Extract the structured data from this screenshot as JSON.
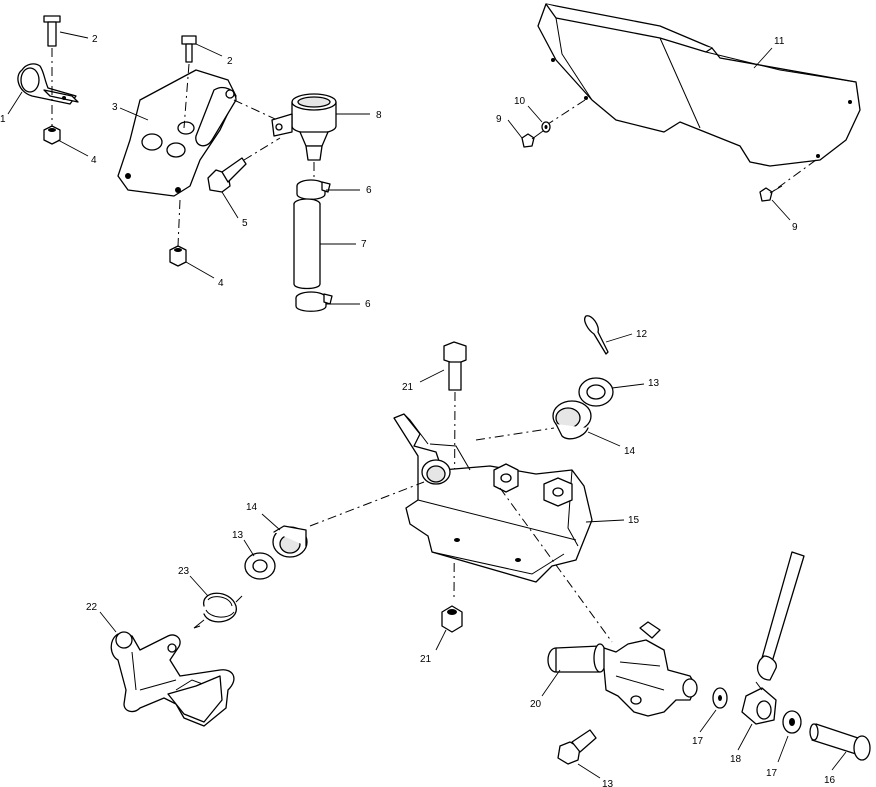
{
  "callouts": {
    "c1": "1",
    "c2a": "2",
    "c2b": "2",
    "c3": "3",
    "c4a": "4",
    "c4b": "4",
    "c5": "5",
    "c6a": "6",
    "c6b": "6",
    "c7": "7",
    "c8": "8",
    "c9a": "9",
    "c9b": "9",
    "c10": "10",
    "c11": "11",
    "c12": "12",
    "c13a": "13",
    "c13b": "13",
    "c13c": "13",
    "c14a": "14",
    "c14b": "14",
    "c15": "15",
    "c16": "16",
    "c17a": "17",
    "c17b": "17",
    "c18": "18",
    "c20": "20",
    "c21a": "21",
    "c21b": "21",
    "c22": "22",
    "c23": "23"
  }
}
